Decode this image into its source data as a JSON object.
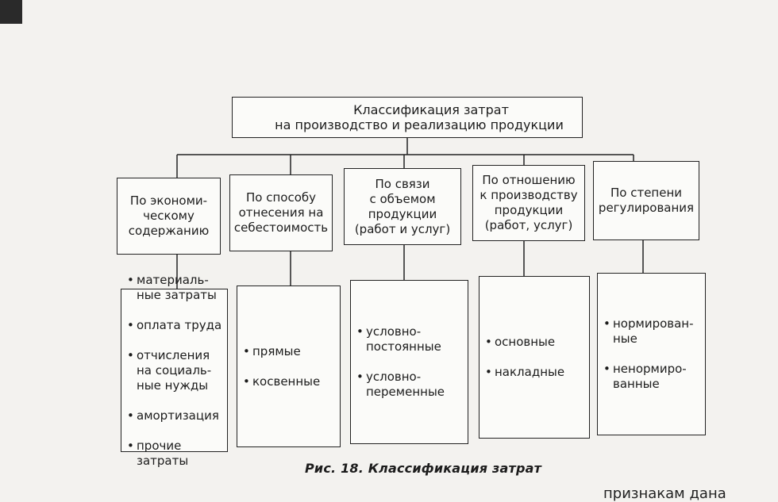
{
  "diagram": {
    "root": {
      "line1": "Классификация затрат",
      "line2": "на производство и реализацию продукции"
    },
    "categories": [
      {
        "label": "По экономи-\nческому\nсодержанию",
        "items": [
          "материаль-\nные затраты",
          "оплата труда",
          "отчисления\nна социаль-\nные нужды",
          "амортизация",
          "прочие\nзатраты"
        ]
      },
      {
        "label": "По способу\nотнесения на\nсебестоимость",
        "items": [
          "прямые",
          "косвенные"
        ]
      },
      {
        "label": "По связи\nс объемом\nпродукции\n(работ и услуг)",
        "items": [
          "условно-\nпостоянные",
          "условно-\nпеременные"
        ]
      },
      {
        "label": "По отношению\nк производству\nпродукции\n(работ, услуг)",
        "items": [
          "основные",
          "накладные"
        ]
      },
      {
        "label": "По степени\nрегулирования",
        "items": [
          "нормирован-\nные",
          "ненормиро-\nванные"
        ]
      }
    ]
  },
  "caption": "Рис. 18. Классификация затрат",
  "bottom_text": "признакам дана"
}
